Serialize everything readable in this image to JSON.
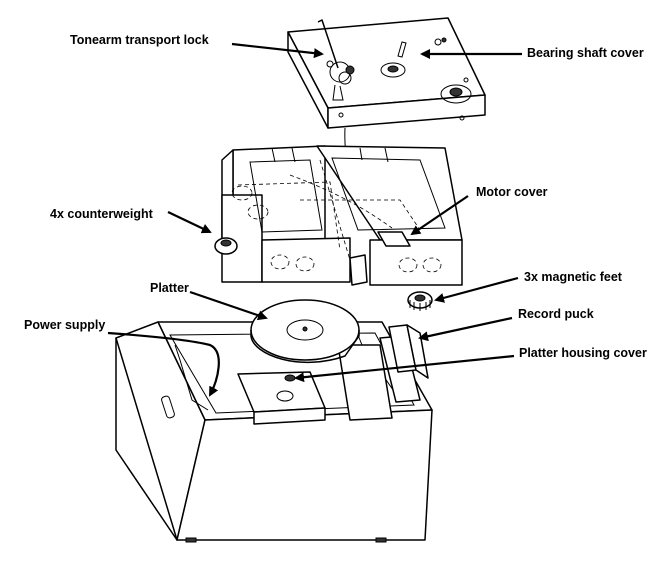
{
  "labels": {
    "tonearm_lock": "Tonearm transport lock",
    "bearing_cover": "Bearing shaft cover",
    "motor_cover": "Motor cover",
    "counterweight": "4x counterweight",
    "magnetic_feet": "3x magnetic feet",
    "platter": "Platter",
    "record_puck": "Record puck",
    "power_supply": "Power supply",
    "housing_cover": "Platter housing cover"
  }
}
